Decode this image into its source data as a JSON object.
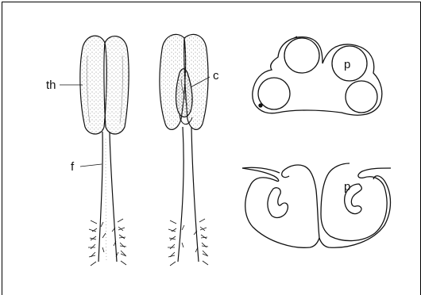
{
  "figure": {
    "labels": {
      "theca": "th",
      "filament": "f",
      "connective": "c",
      "pollen_sac_top": "p",
      "pollen_sac_bottom": "p"
    },
    "colors": {
      "ink": "#111111",
      "stipple": "#777777",
      "background": "#ffffff"
    }
  }
}
